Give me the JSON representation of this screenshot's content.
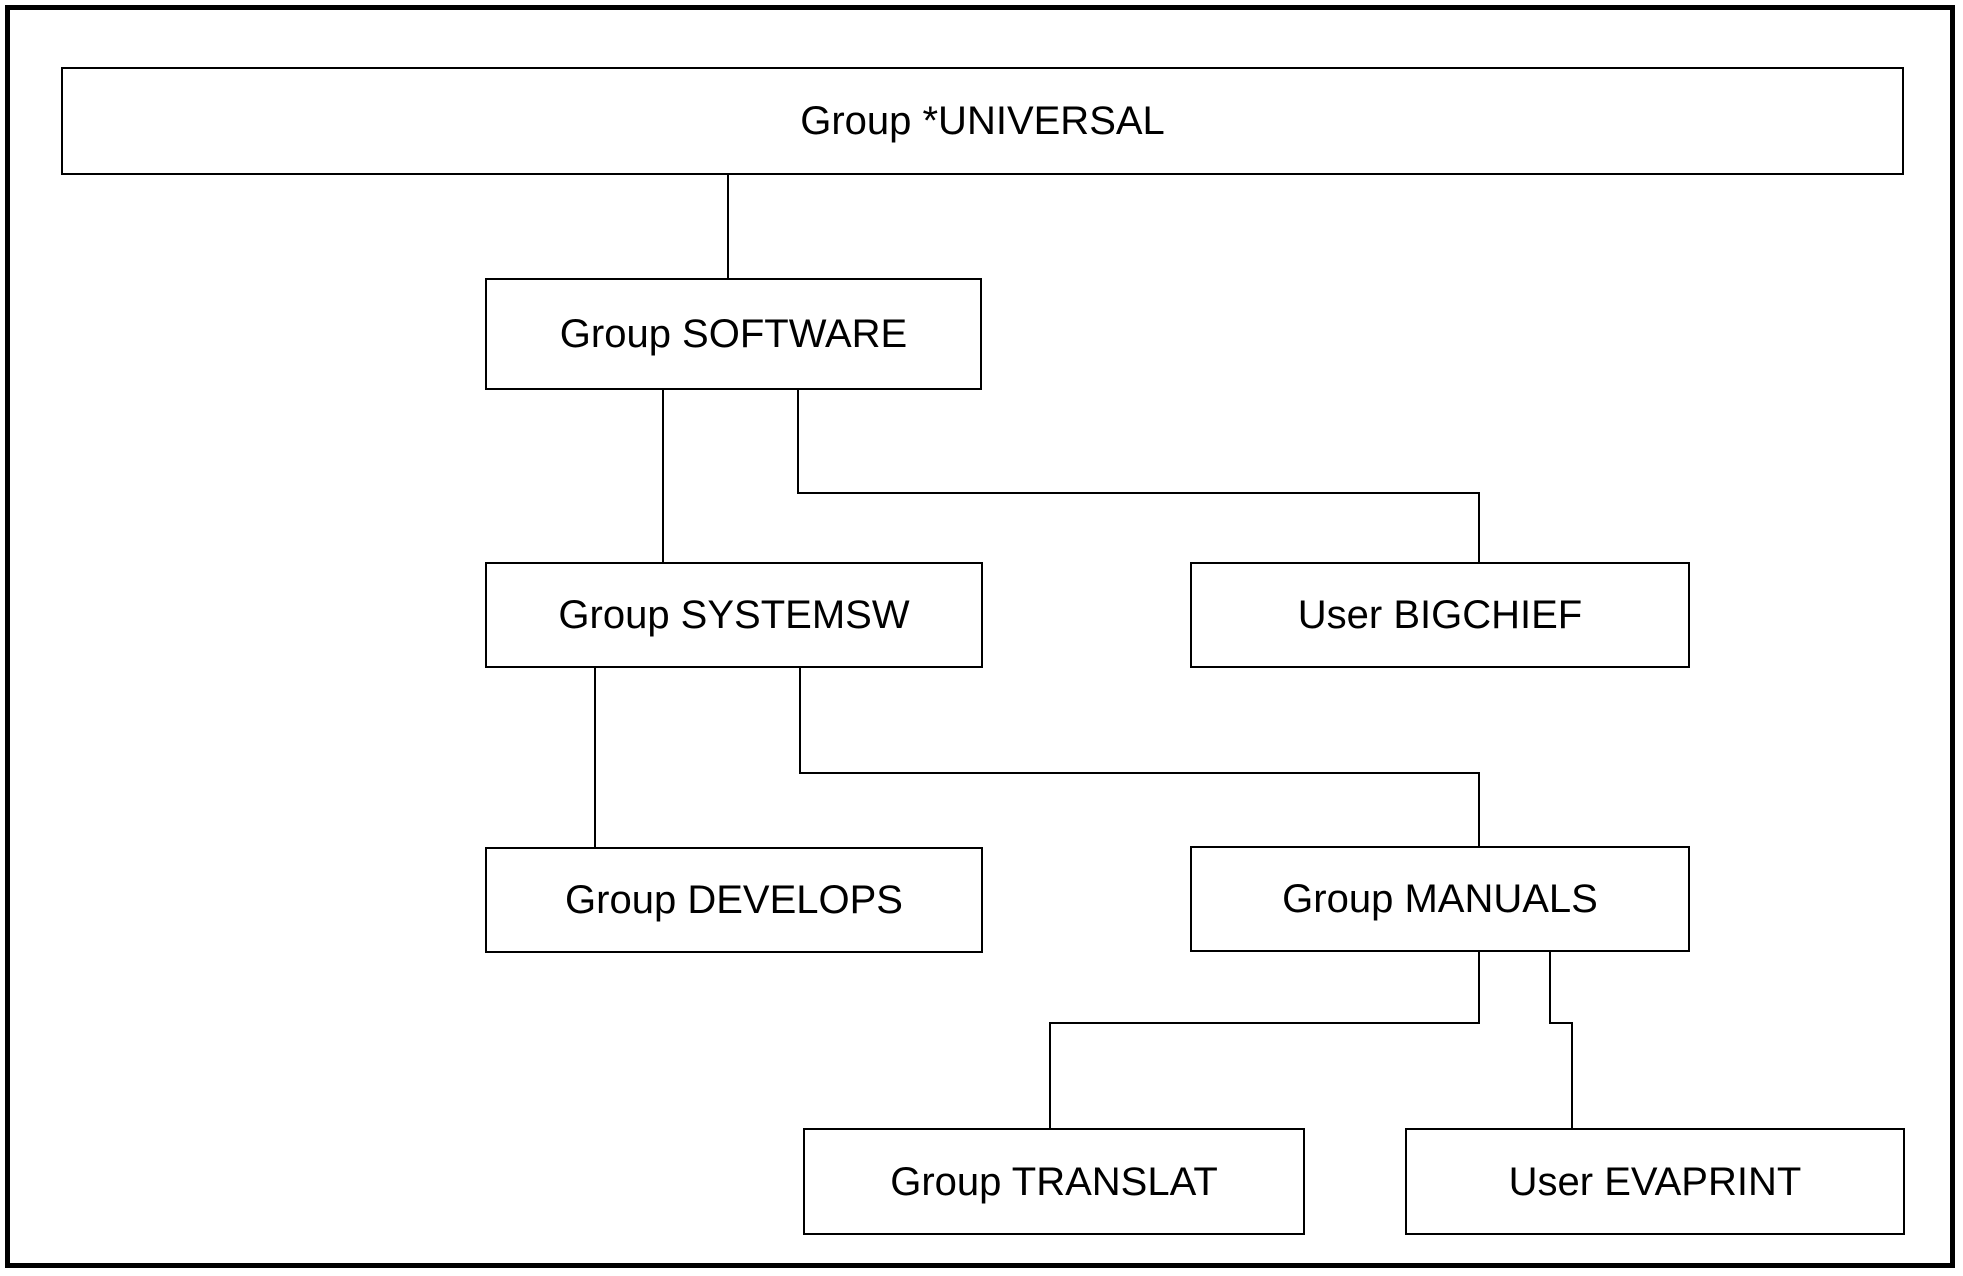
{
  "diagram": {
    "title": "Group and user hierarchy chart",
    "type": "org-tree",
    "background_color": "#ffffff",
    "line_color": "#000000",
    "text_color": "#000000",
    "nodes": [
      {
        "id": "universal",
        "label": "Group *UNIVERSAL",
        "kind": "group",
        "name": "*UNIVERSAL",
        "level": 0
      },
      {
        "id": "software",
        "label": "Group SOFTWARE",
        "kind": "group",
        "name": "SOFTWARE",
        "level": 1
      },
      {
        "id": "systemsw",
        "label": "Group SYSTEMSW",
        "kind": "group",
        "name": "SYSTEMSW",
        "level": 2
      },
      {
        "id": "bigchief",
        "label": "User BIGCHIEF",
        "kind": "user",
        "name": "BIGCHIEF",
        "level": 2
      },
      {
        "id": "develops",
        "label": "Group DEVELOPS",
        "kind": "group",
        "name": "DEVELOPS",
        "level": 3
      },
      {
        "id": "manuals",
        "label": "Group MANUALS",
        "kind": "group",
        "name": "MANUALS",
        "level": 3
      },
      {
        "id": "translat",
        "label": "Group TRANSLAT",
        "kind": "group",
        "name": "TRANSLAT",
        "level": 4
      },
      {
        "id": "evaprint",
        "label": "User EVAPRINT",
        "kind": "user",
        "name": "EVAPRINT",
        "level": 4
      }
    ],
    "edges": [
      {
        "from": "universal",
        "to": "software"
      },
      {
        "from": "software",
        "to": "systemsw"
      },
      {
        "from": "software",
        "to": "bigchief"
      },
      {
        "from": "systemsw",
        "to": "develops"
      },
      {
        "from": "systemsw",
        "to": "manuals"
      },
      {
        "from": "manuals",
        "to": "translat"
      },
      {
        "from": "manuals",
        "to": "evaprint"
      }
    ]
  }
}
